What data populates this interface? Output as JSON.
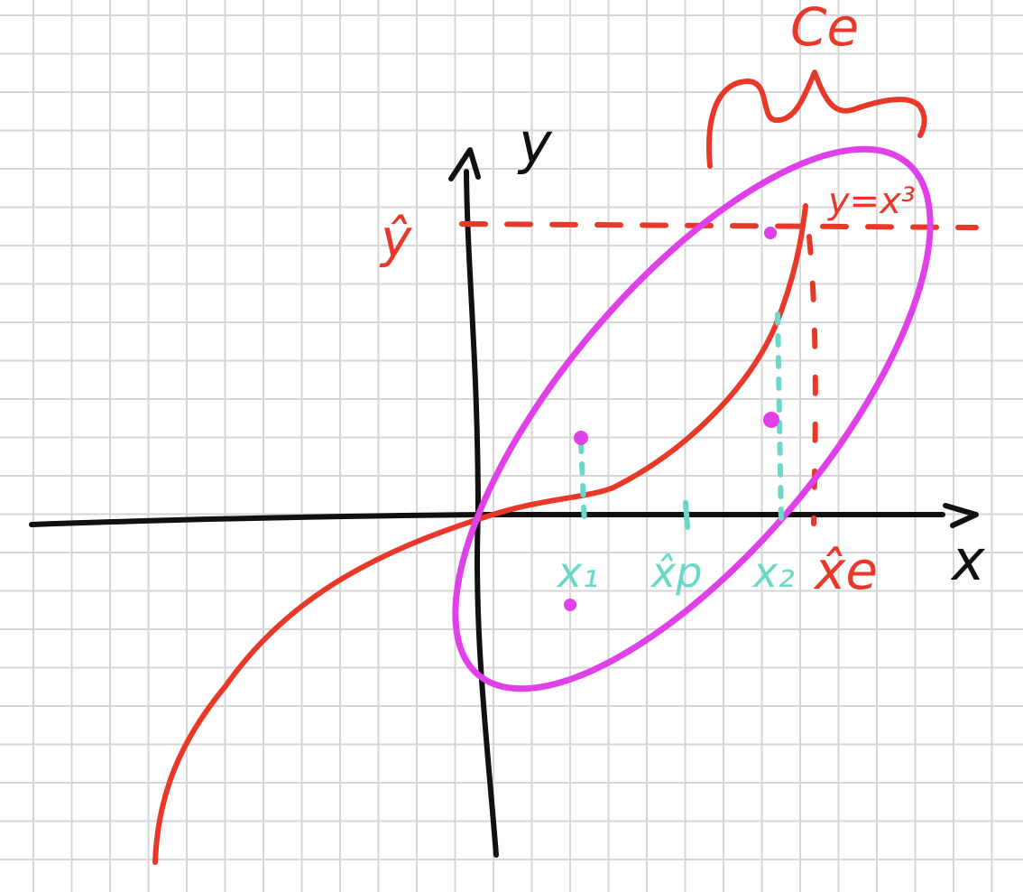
{
  "labels": {
    "axis_x": "x",
    "axis_y": "y",
    "y_hat": "ŷ",
    "curve_equation": "y=x³",
    "set_label": "Ce",
    "x_hat_e": "x̂e",
    "x1": "x₁",
    "xp": "x̂p",
    "x2": "x₂"
  },
  "colors": {
    "grid": "#d6d6d6",
    "axes": "#111111",
    "curve": "#e8382a",
    "ellipse": "#e040e8",
    "projection": "#6ad8c8",
    "background": "#ffffff"
  }
}
